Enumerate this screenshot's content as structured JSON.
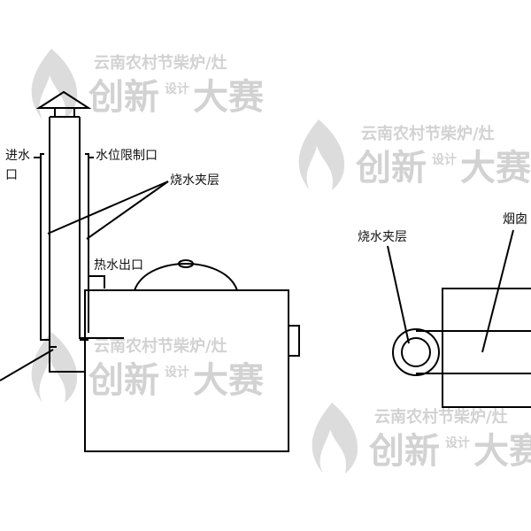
{
  "labels": {
    "inlet_line1": "进水",
    "inlet_line2": "口",
    "level_port": "水位限制口",
    "jacket_left": "烧水夹层",
    "hot_water_outlet": "热水出口",
    "jacket_right": "烧水夹层",
    "chimney_right": "烟囱"
  },
  "watermark": {
    "top_line": "云南农村节柴炉/灶",
    "main_left": "创新",
    "main_mid": "设计",
    "main_right": "大赛"
  },
  "colors": {
    "line": "#000000",
    "watermark": "#d2d2d2",
    "background": "#ffffff"
  }
}
